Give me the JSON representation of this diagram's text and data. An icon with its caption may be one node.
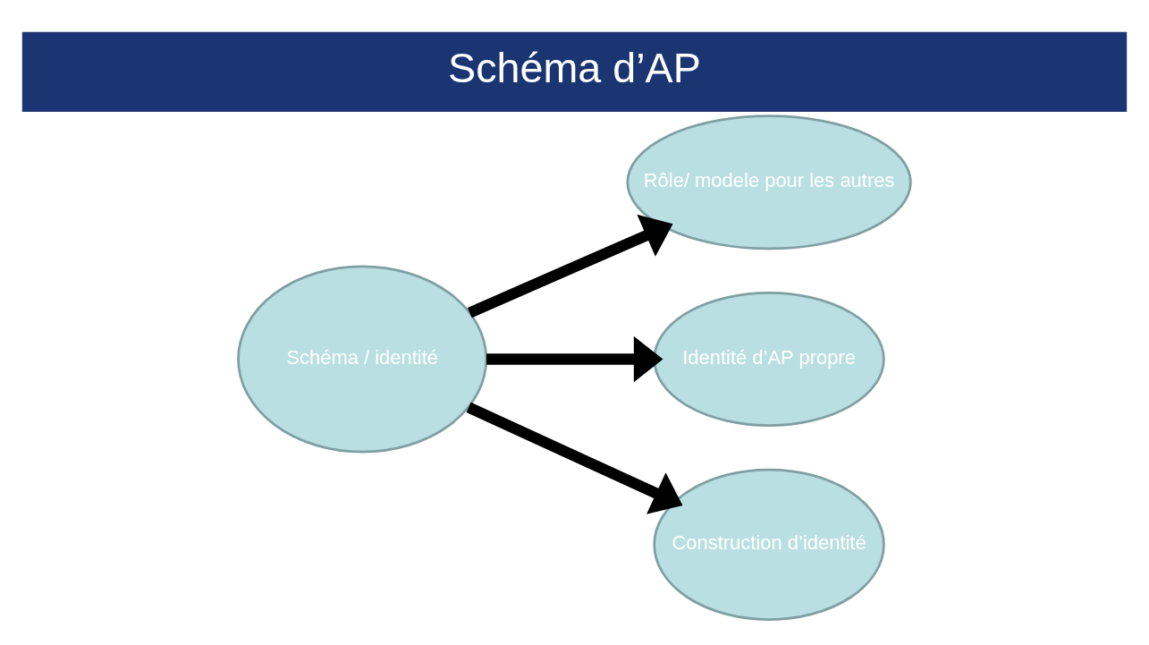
{
  "diagram": {
    "title": "Schéma d’AP",
    "nodes": [
      {
        "text": [
          "Schéma / identité"
        ]
      },
      {
        "text": [
          "Rôle/ modele pour les autres"
        ]
      },
      {
        "text": [
          "Identité d’AP propre"
        ]
      },
      {
        "text": [
          "Construction d’identité"
        ]
      }
    ],
    "edges": [
      {
        "from": 0,
        "to": 1,
        "arrow": "to"
      },
      {
        "from": 0,
        "to": 2,
        "arrow": "to"
      },
      {
        "from": 0,
        "to": 3,
        "arrow": "to"
      }
    ]
  }
}
